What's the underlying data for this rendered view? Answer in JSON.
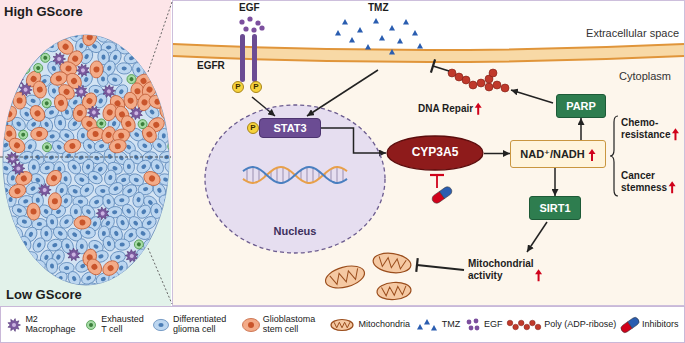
{
  "diagram": {
    "nodes": [
      {
        "text": [
          "Nucleus"
        ]
      },
      {
        "text": [
          "STAT3"
        ],
        "in": 0
      },
      {
        "text": [
          "CYP3A5"
        ]
      },
      {
        "text": [
          "NAD⁺/NADH"
        ]
      },
      {
        "text": [
          "PARP"
        ]
      },
      {
        "text": [
          "SIRT1"
        ]
      }
    ],
    "edges": [
      {
        "from": 1,
        "to": 2,
        "arrow": "to"
      },
      {
        "from": 2,
        "to": 3,
        "arrow": "to"
      },
      {
        "from": 3,
        "to": 4,
        "arrow": "to"
      },
      {
        "from": 3,
        "to": 5,
        "arrow": "to"
      }
    ],
    "labels": [
      "High GScore",
      "Low GScore",
      "EGF",
      "EGFR",
      "P",
      "P",
      "TMZ",
      "Extracellular space",
      "Cytoplasm",
      "P",
      "DNA Repair",
      "Chemo-resistance",
      "Cancer stemness",
      "Mitochondrial activity"
    ],
    "legend": [
      {
        "text": "M2 Macrophage"
      },
      {
        "text": "Exhausted T cell"
      },
      {
        "text": "Differentiated glioma cell"
      },
      {
        "text": "Glioblastoma stem cell"
      },
      {
        "text": "Mitochondria"
      },
      {
        "text": "TMZ"
      },
      {
        "text": "EGF"
      },
      {
        "text": "Poly (ADP-ribose)"
      },
      {
        "text": "Inhibitors"
      }
    ]
  }
}
